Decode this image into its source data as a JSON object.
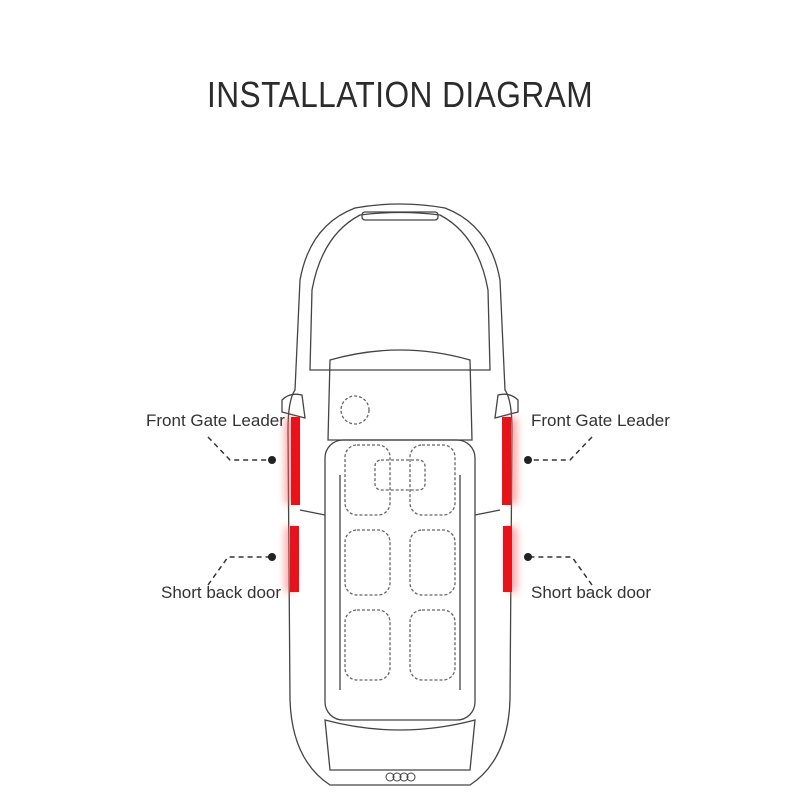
{
  "title": "INSTALLATION DIAGRAM",
  "labels": {
    "front_left": "Front Gate Leader",
    "front_right": "Front Gate Leader",
    "back_left": "Short back door",
    "back_right": "Short back door"
  },
  "colors": {
    "strip": "#e8121a",
    "line": "#333333"
  }
}
